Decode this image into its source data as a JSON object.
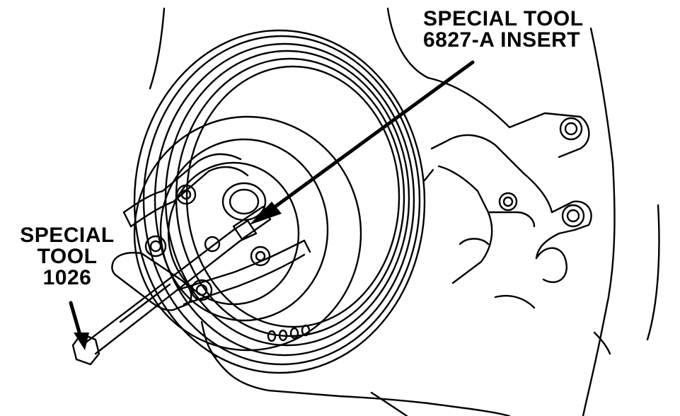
{
  "labels": {
    "tool_insert": {
      "line1": "SPECIAL TOOL",
      "line2": "6827-A INSERT"
    },
    "tool_puller": {
      "line1": "SPECIAL",
      "line2": "TOOL",
      "line3": "1026"
    }
  },
  "colors": {
    "ink": "#000000",
    "paper": "#ffffff"
  }
}
